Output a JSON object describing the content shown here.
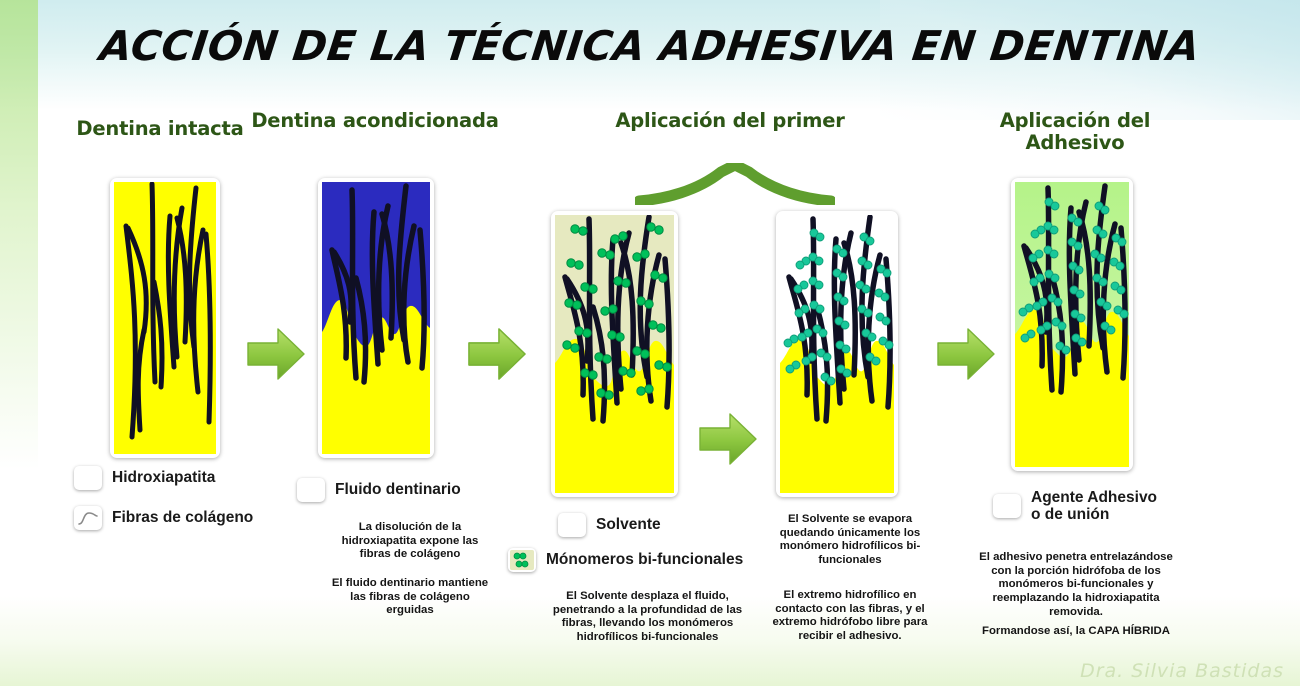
{
  "title": "ACCIÓN DE LA TÉCNICA ADHESIVA EN DENTINA",
  "signature": "Dra. Silvia Bastidas",
  "colors": {
    "header_green": "#2d5616",
    "arrow_green": "#8cc63f",
    "bracket_green": "#5f9e2e",
    "hidroxiapatita_yellow": "#ffff00",
    "fluido_blue": "#2b2bbf",
    "solvente_pale": "#e6e9c0",
    "monomero_green": "#00b35a",
    "monomero_cyan": "#1ec8c8",
    "adhesivo_green": "#a9ef80",
    "fiber_black": "#111122",
    "signature_green": "#cfe1b6"
  },
  "columns": [
    {
      "id": "dentina-intacta",
      "header": "Dentina intacta",
      "legend": [
        {
          "name": "hidroxiapatita",
          "label": "Hidroxiapatita",
          "swatch": "solid-yellow"
        },
        {
          "name": "fibras-colageno",
          "label": "Fibras de colágeno",
          "swatch": "fiber-curve"
        }
      ],
      "captions": []
    },
    {
      "id": "dentina-acondicionada",
      "header": "Dentina\nacondicionada",
      "legend": [
        {
          "name": "fluido-dentinario",
          "label": "Fluido dentinario",
          "swatch": "solid-blue"
        }
      ],
      "captions": [
        "La disolución de la\nhidroxiapatita expone las\nfibras de colágeno",
        "El fluido dentinario mantiene\nlas fibras de colágeno\nerguidas"
      ]
    },
    {
      "id": "aplicacion-primer",
      "header": "Aplicación del\nprimer",
      "legend": [
        {
          "name": "solvente",
          "label": "Solvente",
          "swatch": "solid-pale"
        },
        {
          "name": "monomeros-bifuncionales",
          "label": "Mónomeros bi-funcionales",
          "swatch": "monomer-pair"
        }
      ],
      "captions": [
        "El Solvente desplaza el fluido,\npenetrando a la profundidad de las\nfibras, llevando los monómeros\nhidrofílicos bi-funcionales"
      ]
    },
    {
      "id": "evaporacion-solvente",
      "header": "",
      "legend": [],
      "captions": [
        "El Solvente se evapora\nquedando únicamente los\nmonómero hidrofílicos bi-\nfuncionales",
        "El extremo hidrofílico en\ncontacto con las fibras, y el\nextremo hidrófobo libre para\nrecibir el adhesivo."
      ]
    },
    {
      "id": "aplicacion-adhesivo",
      "header": "Aplicación del\nAdhesivo",
      "legend": [
        {
          "name": "agente-adhesivo",
          "label": "Agente Adhesivo\n   o de unión",
          "swatch": "solid-adhesive"
        }
      ],
      "captions": [
        "El adhesivo penetra entrelazándose\ncon la porción hidrófoba de los\nmonómeros bi-funcionales y\nreemplazando la hidroxiapatita\nremovida.",
        "Formandose así, la CAPA HÍBRIDA"
      ]
    }
  ],
  "flow_arrows": 4,
  "bracket": "primer-bracket"
}
